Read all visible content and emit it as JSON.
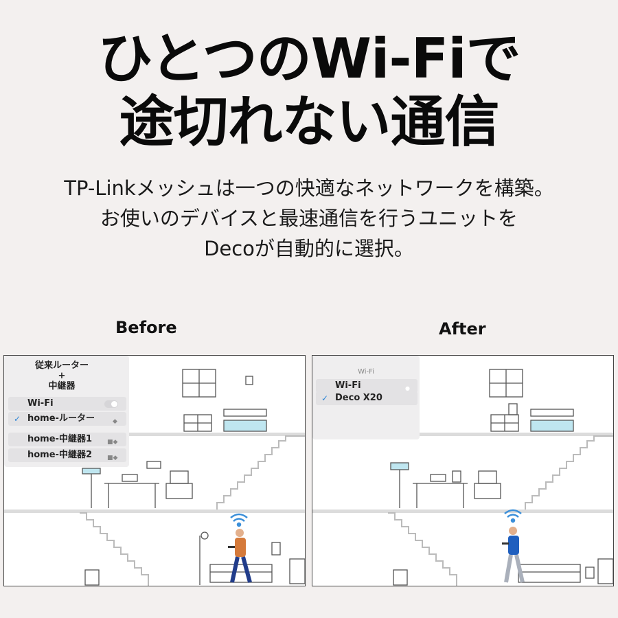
{
  "headline": {
    "line1": "ひとつのWi-Fiで",
    "line2": "途切れない通信"
  },
  "subtitle": {
    "line1": "TP-Linkメッシュは一つの快適なネットワークを構築。",
    "line2": "お使いのデバイスと最速通信を行うユニットを",
    "line3": "Decoが自動的に選択。"
  },
  "before": {
    "caption": "Before",
    "menu": {
      "header_line1": "従来ルーター",
      "header_plus": "+",
      "header_line2": "中継器",
      "wifi_label": "Wi-Fi",
      "selected_network": "home-ルーター",
      "other_networks": [
        "home-中継器1",
        "home-中継器2"
      ],
      "check_icon": "check-icon"
    }
  },
  "after": {
    "caption": "After",
    "menu": {
      "header": "Wi-Fi",
      "wifi_label": "Wi-Fi",
      "selected_network": "Deco X20",
      "check_icon": "check-icon"
    }
  },
  "colors": {
    "background": "#f3f0ef",
    "headline": "#0a0a0a",
    "check": "#2f86d6",
    "line_art": "#555555",
    "wifi_signal": "#3b8fd9",
    "accent_cyan": "#bfe6f0"
  }
}
